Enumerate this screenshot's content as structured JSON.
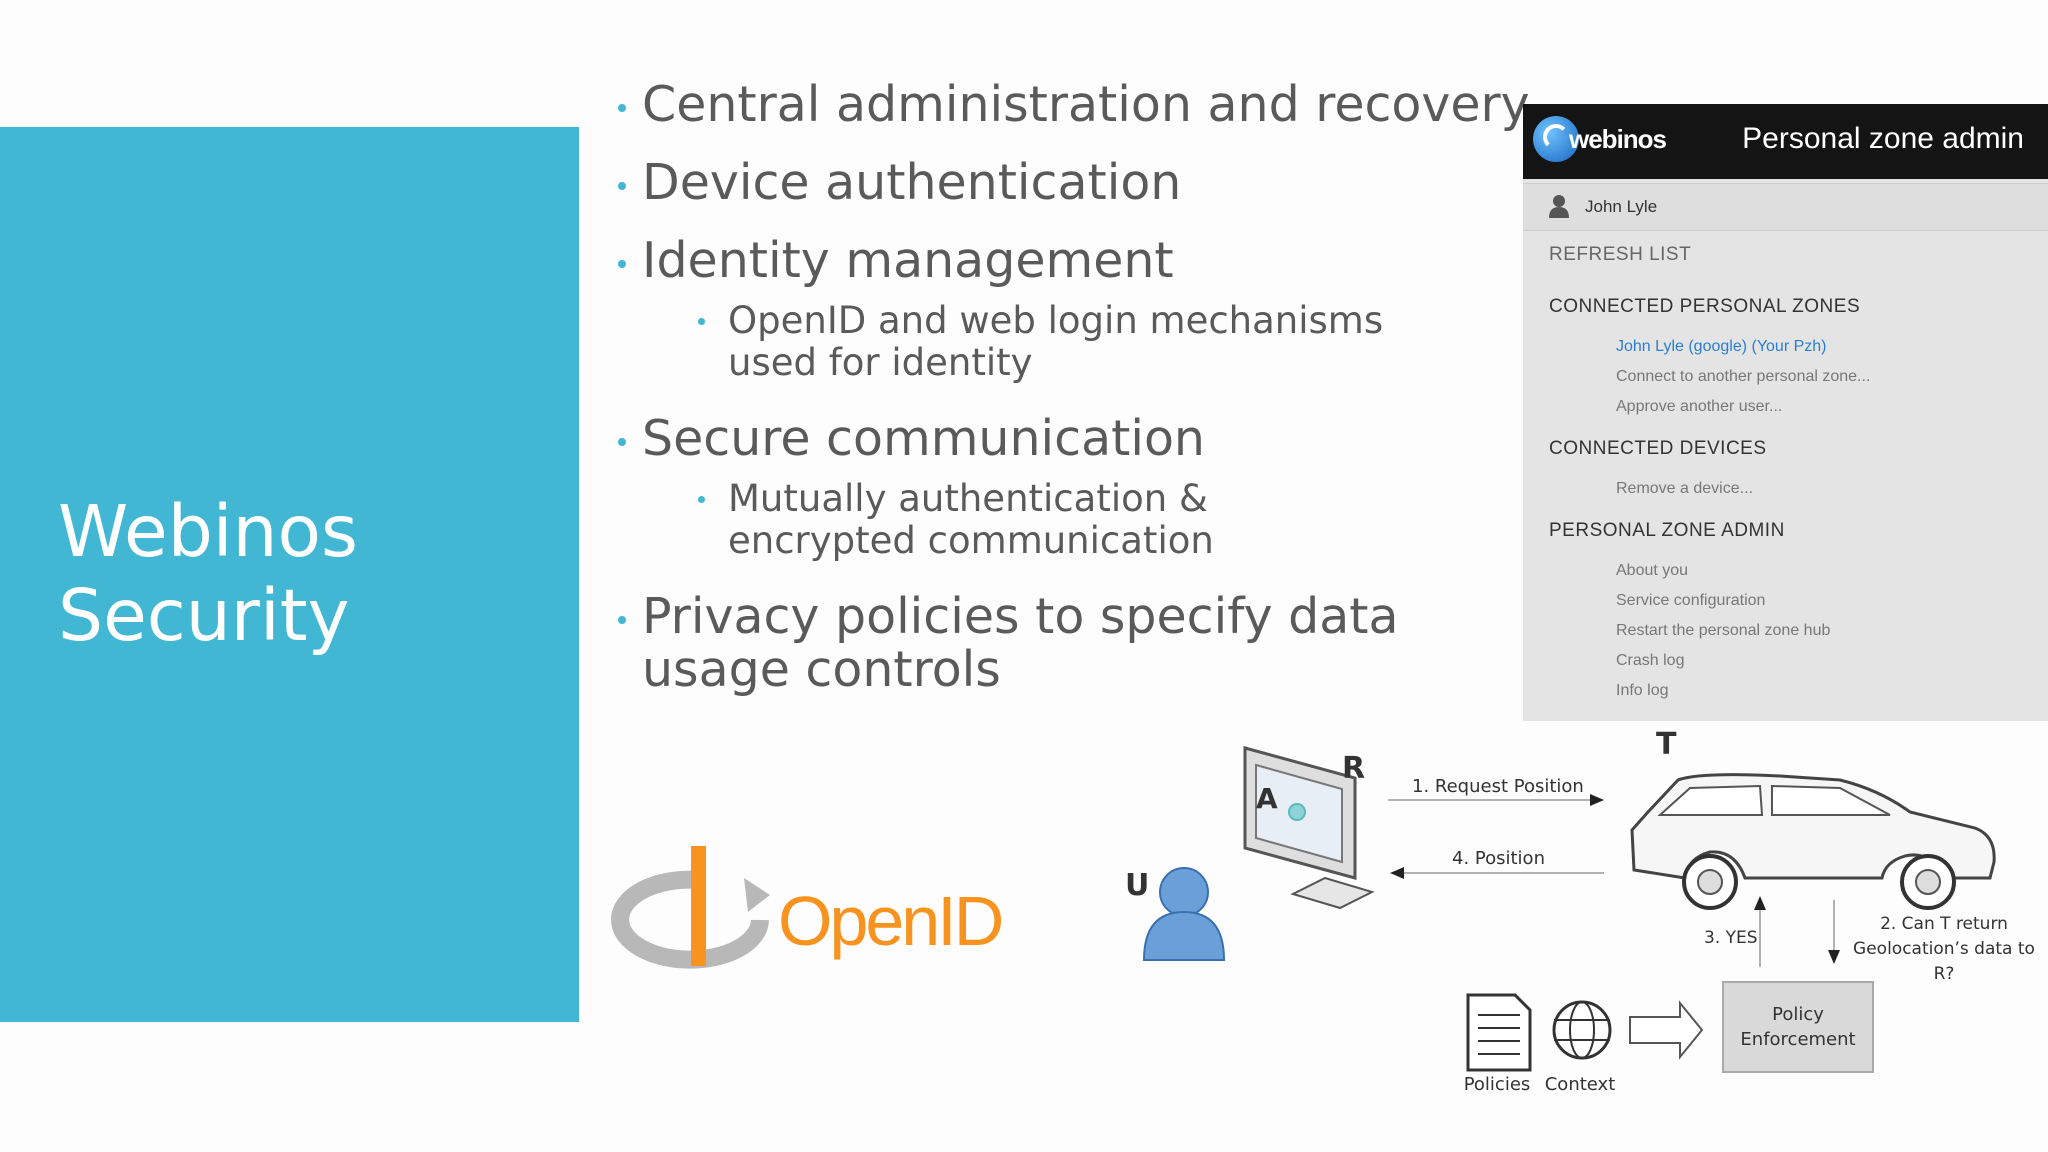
{
  "slide": {
    "title_lines": [
      "Webinos",
      "Security"
    ]
  },
  "bullets": {
    "b1": "Central administration and recovery",
    "b2": "Device authentication",
    "b3": "Identity management",
    "b3_sub": "OpenID and web login mechanisms used for identity",
    "b4": "Secure communication",
    "b4_sub": "Mutually authentication & encrypted communication",
    "b5": "Privacy policies to specify data usage controls"
  },
  "admin_panel": {
    "logo_text": "webinos",
    "title": "Personal zone admin",
    "user_name": "John Lyle",
    "refresh": "REFRESH LIST",
    "zones_heading": "CONNECTED PERSONAL ZONES",
    "zone_link": "John Lyle (google) (Your Pzh)",
    "zone_connect": "Connect to another personal zone...",
    "zone_approve": "Approve another user...",
    "devices_heading": "CONNECTED DEVICES",
    "device_remove": "Remove a device...",
    "admin_heading": "PERSONAL ZONE ADMIN",
    "admin_items": [
      "About you",
      "Service configuration",
      "Restart the personal zone hub",
      "Crash log",
      "Info log"
    ]
  },
  "openid": {
    "label": "OpenID",
    "brand_color": "#f7931e"
  },
  "diagram": {
    "label_u": "U",
    "label_r": "R",
    "label_a": "A",
    "label_t": "T",
    "step1": "1. Request Position",
    "step4": "4. Position",
    "step3": "3. YES",
    "step2_line1": "2. Can T return",
    "step2_line2": "Geolocation’s data to",
    "step2_line3": "R?",
    "policy_line1": "Policy",
    "policy_line2": "Enforcement",
    "policies": "Policies",
    "context": "Context"
  }
}
